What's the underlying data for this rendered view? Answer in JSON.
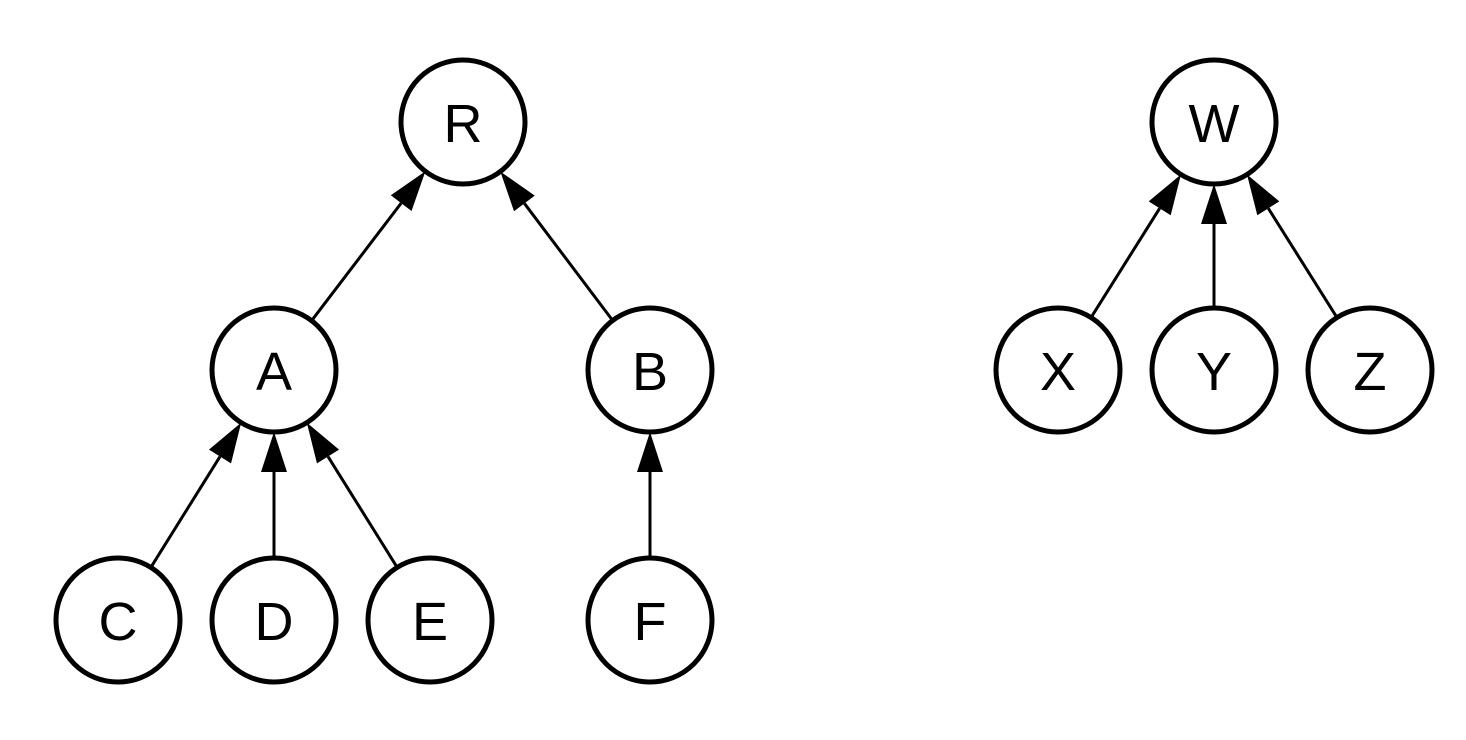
{
  "diagram": {
    "type": "forest",
    "colors": {
      "stroke": "#000000",
      "fill": "#ffffff",
      "text": "#000000"
    },
    "nodes": [
      {
        "id": "R",
        "label": "R"
      },
      {
        "id": "A",
        "label": "A"
      },
      {
        "id": "B",
        "label": "B"
      },
      {
        "id": "C",
        "label": "C"
      },
      {
        "id": "D",
        "label": "D"
      },
      {
        "id": "E",
        "label": "E"
      },
      {
        "id": "F",
        "label": "F"
      },
      {
        "id": "W",
        "label": "W"
      },
      {
        "id": "X",
        "label": "X"
      },
      {
        "id": "Y",
        "label": "Y"
      },
      {
        "id": "Z",
        "label": "Z"
      }
    ],
    "edges": [
      {
        "from": "A",
        "to": "R"
      },
      {
        "from": "B",
        "to": "R"
      },
      {
        "from": "C",
        "to": "A"
      },
      {
        "from": "D",
        "to": "A"
      },
      {
        "from": "E",
        "to": "A"
      },
      {
        "from": "F",
        "to": "B"
      },
      {
        "from": "X",
        "to": "W"
      },
      {
        "from": "Y",
        "to": "W"
      },
      {
        "from": "Z",
        "to": "W"
      }
    ]
  }
}
